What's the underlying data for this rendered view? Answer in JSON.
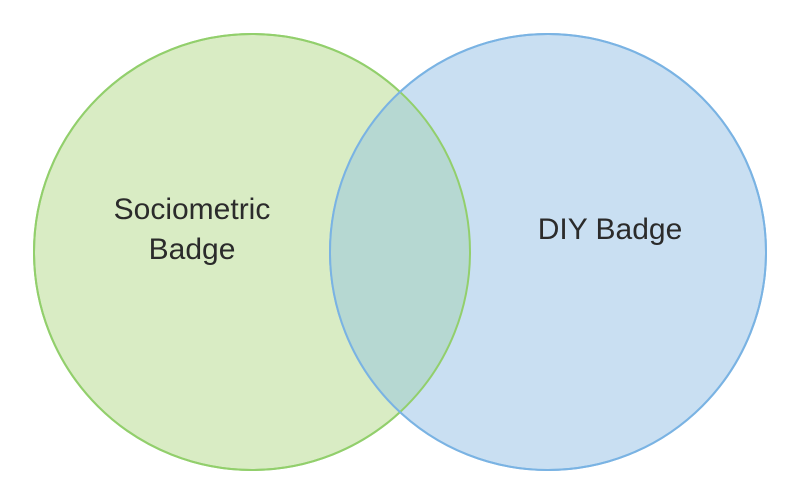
{
  "diagram": {
    "type": "venn",
    "sets": [
      {
        "id": "left",
        "label_lines": [
          "Sociometric",
          "Badge"
        ],
        "fill": "#d9ecc4",
        "stroke": "#92cf6c"
      },
      {
        "id": "right",
        "label_lines": [
          "DIY Badge"
        ],
        "fill": "#c9dff2",
        "stroke": "#7ab3e3"
      }
    ],
    "overlap_fill": "#b6d8d2"
  }
}
